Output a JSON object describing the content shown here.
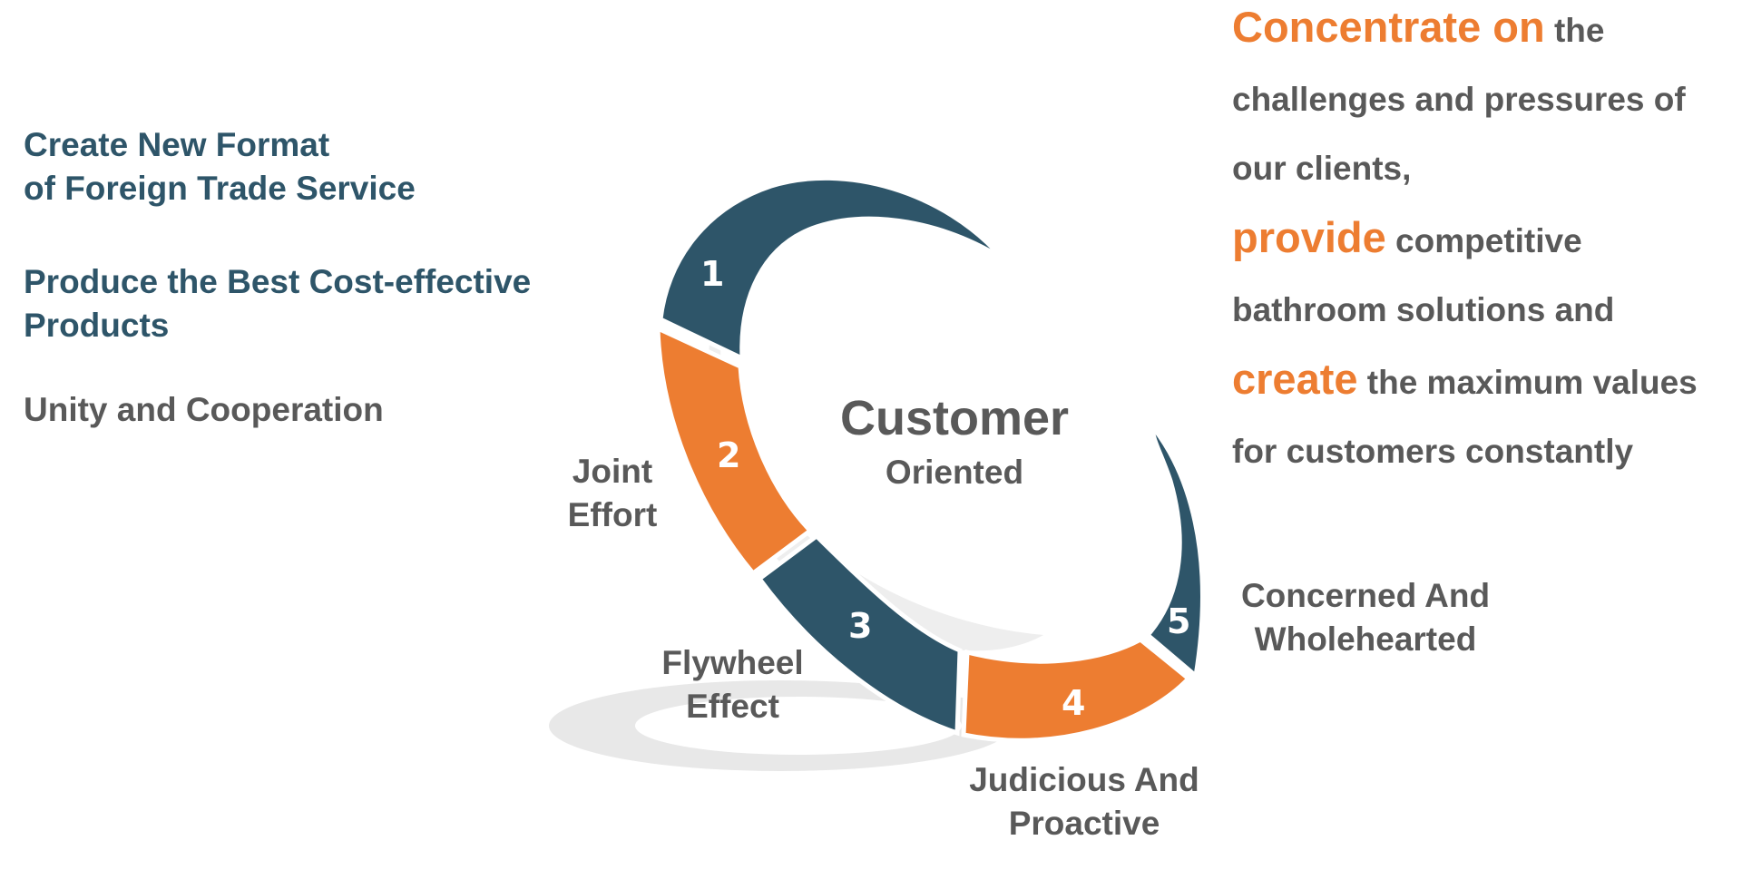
{
  "left": {
    "line1a": "Create New Format",
    "line1b": "of Foreign Trade Service",
    "line2a": "Produce the Best Cost-effective",
    "line2b": "Products",
    "line3": "Unity and Cooperation"
  },
  "center": {
    "title": "Customer",
    "subtitle": "Oriented"
  },
  "segments": [
    {
      "num": "1",
      "color": "#2e5569"
    },
    {
      "num": "2",
      "color": "#ed7d31",
      "label_a": "Joint",
      "label_b": "Effort"
    },
    {
      "num": "3",
      "color": "#2e5569",
      "label_a": "Flywheel",
      "label_b": "Effect"
    },
    {
      "num": "4",
      "color": "#ed7d31",
      "label_a": "Judicious And",
      "label_b": "Proactive"
    },
    {
      "num": "5",
      "color": "#2e5569",
      "label_a": "Concerned And",
      "label_b": "Wholehearted"
    }
  ],
  "right": {
    "p1_orange": "Concentrate on",
    "p1_rest": " the",
    "p1_line2": "challenges and pressures of",
    "p1_line3": "our clients,",
    "p2_orange": "provide",
    "p2_rest": " competitive",
    "p2_line2": "bathroom solutions and",
    "p3_orange": "create",
    "p3_rest": " the maximum values",
    "p3_line2": "for customers constantly"
  },
  "colors": {
    "navy": "#2e5569",
    "orange": "#ed7d31",
    "gray_text": "#595959"
  }
}
